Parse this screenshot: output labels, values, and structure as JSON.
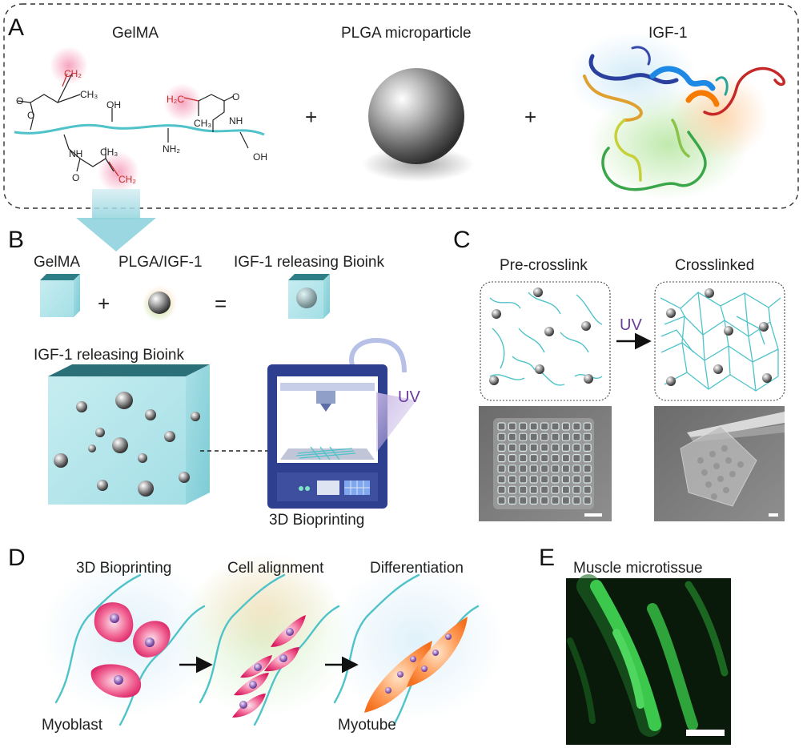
{
  "panels": {
    "A": {
      "letter": "A",
      "gelma_title": "GelMA",
      "plga_title": "PLGA microparticle",
      "igf_title": "IGF-1",
      "plus_1": "+",
      "plus_2": "+",
      "chem": {
        "ch2_top": "CH₂",
        "ch3_top": "CH₃",
        "o_left": "O",
        "o_ester": "O",
        "oh_mid": "OH",
        "h2c_right": "H₂C",
        "ch3_right": "CH₃",
        "nh_right": "NH",
        "o_right": "O",
        "nh2": "NH₂",
        "oh_right": "OH",
        "nh_bottom": "NH",
        "o_bottom": "O",
        "ch3_bottom": "CH₃",
        "ch2_bottom": "CH₂"
      }
    },
    "B": {
      "letter": "B",
      "gelma": "GelMA",
      "plga_igf": "PLGA/IGF-1",
      "bioink": "IGF-1 releasing Bioink",
      "plus": "+",
      "equals": "=",
      "bioink_big": "IGF-1 releasing Bioink",
      "uv": "UV",
      "printer_label": "3D Bioprinting"
    },
    "C": {
      "letter": "C",
      "pre": "Pre-crosslink",
      "post": "Crosslinked",
      "uv": "UV"
    },
    "D": {
      "letter": "D",
      "step1": "3D Bioprinting",
      "step2": "Cell alignment",
      "step3": "Differentiation",
      "myoblast": "Myoblast",
      "myotube": "Myotube"
    },
    "E": {
      "letter": "E",
      "title": "Muscle microtissue"
    }
  },
  "colors": {
    "fiber": "#4fc3c9",
    "cell_pink": "#e91e63",
    "myotube_orange": "#f57c2a",
    "uv_purple": "#6a3d9a",
    "printer_blue": "#2f3f8f",
    "microscopy_green": "#39c44a"
  }
}
